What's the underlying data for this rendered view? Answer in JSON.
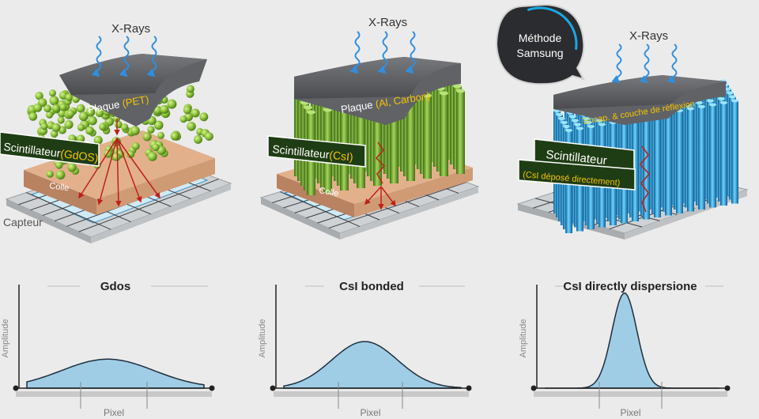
{
  "panels": [
    {
      "xray_label": "X-Rays",
      "plate_label": "Plaque",
      "plate_material": "(PET)",
      "scintillator_label": "Scintillateur",
      "scintillator_material": "(GdOS)",
      "glue_label": "Colle",
      "sensor_label": "Capteur"
    },
    {
      "xray_label": "X-Rays",
      "plate_label": "Plaque",
      "plate_material": "(Al, Carbon)",
      "scintillator_label": "Scintillateur",
      "scintillator_material": "(CsI)",
      "glue_label": "Colle"
    },
    {
      "xray_label": "X-Rays",
      "badge_line1": "Méthode",
      "badge_line2": "Samsung",
      "encap_label": "Encap. & couche de réflexion",
      "scintillator_label": "Scintillateur",
      "scintillator_sublabel": "(CsI déposé directement)"
    }
  ],
  "chart_data": [
    {
      "type": "area",
      "title": "Gdos",
      "xlabel": "Pixel",
      "ylabel": "Amplitude",
      "peak": 0.28,
      "spread": 0.24
    },
    {
      "type": "area",
      "title": "CsI bonded",
      "xlabel": "Pixel",
      "ylabel": "Amplitude",
      "peak": 0.45,
      "spread": 0.17
    },
    {
      "type": "area",
      "title": "CsI directly dispersione",
      "xlabel": "Pixel",
      "ylabel": "Amplitude",
      "peak": 0.92,
      "spread": 0.065
    }
  ],
  "colors": {
    "plate": "#55575b",
    "plate_top": "#6f7175",
    "label_bg": "#1f3d14",
    "material_text": "#f5c400",
    "gdos_ball": "#8fc43a",
    "csi_column": "#7cb83a",
    "samsung_column": "#2aa9e6",
    "xray": "#2f8fe0",
    "glue": "#c8926a",
    "sensor": "#cfe9f3",
    "curve_fill": "#9fcde6"
  }
}
